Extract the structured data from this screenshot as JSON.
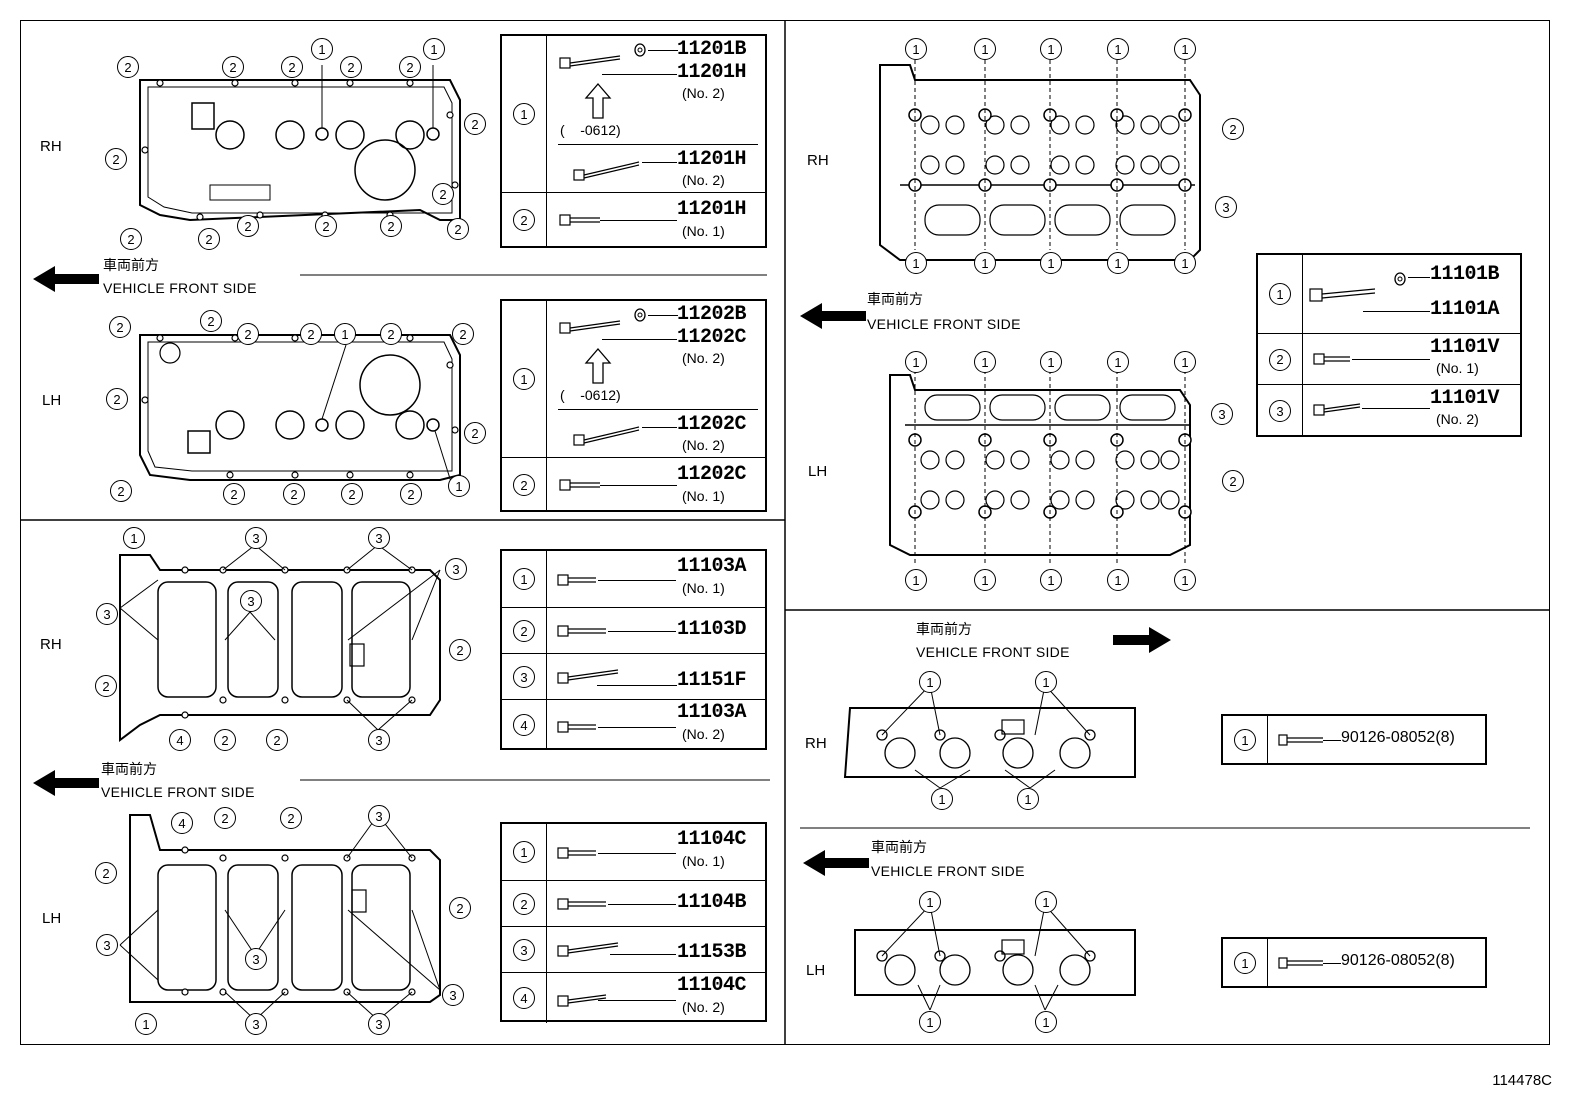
{
  "labels": {
    "rh": "RH",
    "lh": "LH",
    "front_jp": "車両前方",
    "front_en": "VEHICLE FRONT SIDE",
    "figure_code": "114478C"
  },
  "callout_numbers": {
    "c1": "1",
    "c2": "2",
    "c3": "3",
    "c4": "4"
  },
  "tables": {
    "t1": {
      "rows": [
        {
          "num": "1",
          "parts": [
            {
              "pn": "11201B"
            },
            {
              "pn": "11201H",
              "sub": "(No. 2)"
            },
            {
              "note": "(    -0612)"
            },
            {
              "pn": "11201H",
              "sub": "(No. 2)"
            }
          ]
        },
        {
          "num": "2",
          "parts": [
            {
              "pn": "11201H",
              "sub": "(No. 1)"
            }
          ]
        }
      ]
    },
    "t2": {
      "rows": [
        {
          "num": "1",
          "parts": [
            {
              "pn": "11202B"
            },
            {
              "pn": "11202C",
              "sub": "(No. 2)"
            },
            {
              "note": "(    -0612)"
            },
            {
              "pn": "11202C",
              "sub": "(No. 2)"
            }
          ]
        },
        {
          "num": "2",
          "parts": [
            {
              "pn": "11202C",
              "sub": "(No. 1)"
            }
          ]
        }
      ]
    },
    "t3": {
      "rows": [
        {
          "num": "1",
          "pn": "11103A",
          "sub": "(No. 1)"
        },
        {
          "num": "2",
          "pn": "11103D"
        },
        {
          "num": "3",
          "pn": "11151F"
        },
        {
          "num": "4",
          "pn": "11103A",
          "sub": "(No. 2)"
        }
      ]
    },
    "t4": {
      "rows": [
        {
          "num": "1",
          "pn": "11104C",
          "sub": "(No. 1)"
        },
        {
          "num": "2",
          "pn": "11104B"
        },
        {
          "num": "3",
          "pn": "11153B"
        },
        {
          "num": "4",
          "pn": "11104C",
          "sub": "(No. 2)"
        }
      ]
    },
    "t5": {
      "rows": [
        {
          "num": "1",
          "pn1": "11101B",
          "pn2": "11101A"
        },
        {
          "num": "2",
          "pn": "11101V",
          "sub": "(No. 1)"
        },
        {
          "num": "3",
          "pn": "11101V",
          "sub": "(No. 2)"
        }
      ]
    },
    "t6": {
      "num": "1",
      "pn": "90126-08052(8)"
    },
    "t7": {
      "num": "1",
      "pn": "90126-08052(8)"
    }
  },
  "icons": [
    "bolt-icon",
    "washer-icon",
    "arrow-left-icon",
    "arrow-right-icon",
    "up-arrow-icon"
  ]
}
